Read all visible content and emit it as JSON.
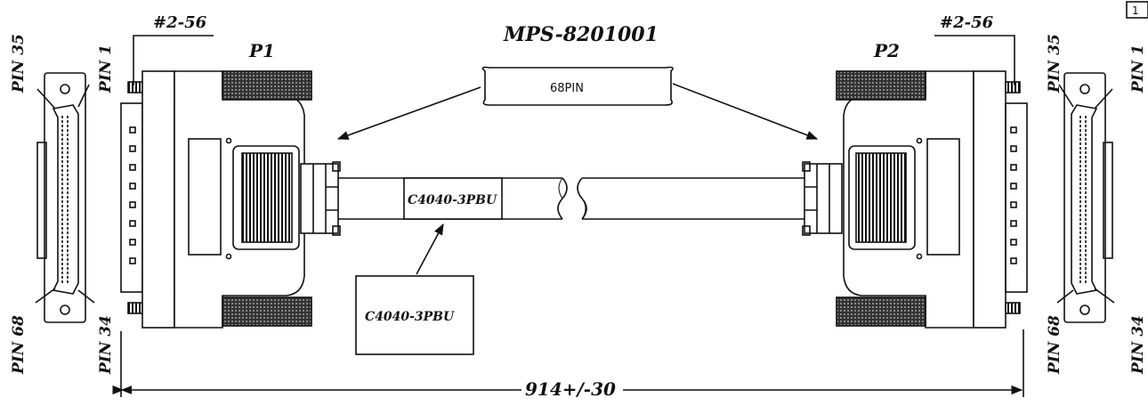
{
  "title": "MPS-8201001",
  "connector_label": "68PIN",
  "plug_left": "P1",
  "plug_right": "P2",
  "screw_left": "#2-56",
  "screw_right": "#2-56",
  "cable_label": "C4040-3PBU",
  "cable_callout": "C4040-3PBU",
  "length": "914+/-30",
  "pins_left": {
    "top_left": "PIN 35",
    "top_right": "PIN 1",
    "bottom_left": "PIN 68",
    "bottom_right": "PIN 34"
  },
  "pins_right": {
    "top_left": "PIN 35",
    "top_right": "PIN 1",
    "bottom_left": "PIN 68",
    "bottom_right": "PIN 34"
  },
  "corner_mark": "1"
}
